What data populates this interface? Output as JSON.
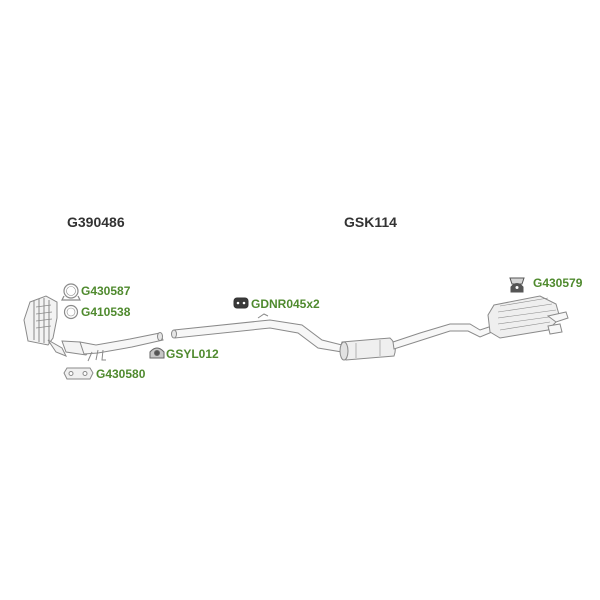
{
  "assemblies": {
    "front": "G390486",
    "rear": "GSK114"
  },
  "parts": {
    "clamp_top": "G430587",
    "ring_seal": "G410538",
    "gasket_bracket": "G430580",
    "sylent_block": "GSYL012",
    "rubber_mount": "GDNR045x2",
    "rear_hanger": "G430579"
  },
  "colors": {
    "part_label": "#4f8a2e",
    "assembly_label": "#333333",
    "line": "#8a8a8a",
    "fill": "#f3f3f3"
  }
}
